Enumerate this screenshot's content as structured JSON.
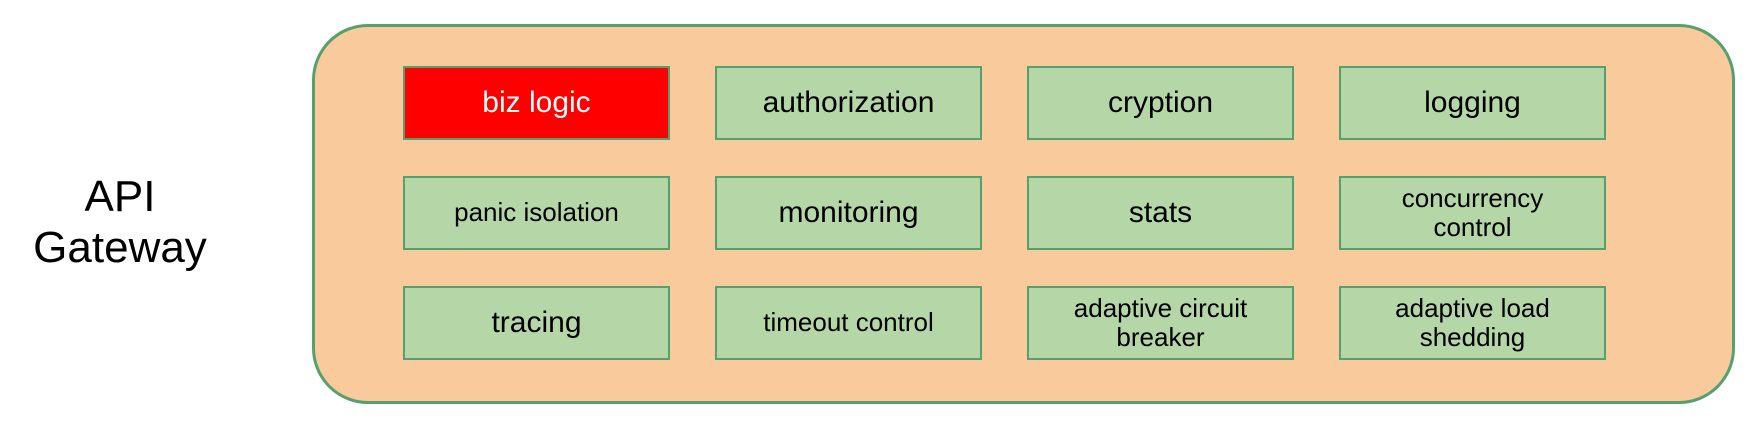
{
  "title": {
    "text": "API\nGateway"
  },
  "diagram": {
    "container_label": "API Gateway",
    "rows": [
      {
        "cells": [
          {
            "label": "biz logic",
            "highlight": true
          },
          {
            "label": "authorization"
          },
          {
            "label": "cryption"
          },
          {
            "label": "logging"
          }
        ]
      },
      {
        "cells": [
          {
            "label": "panic isolation"
          },
          {
            "label": "monitoring"
          },
          {
            "label": "stats"
          },
          {
            "label": "concurrency\ncontrol"
          }
        ]
      },
      {
        "cells": [
          {
            "label": "tracing"
          },
          {
            "label": "timeout control"
          },
          {
            "label": "adaptive circuit\nbreaker"
          },
          {
            "label": "adaptive load\nshedding"
          }
        ]
      }
    ]
  },
  "colors": {
    "container_fill": "#f9cb9c",
    "container_border": "#55a06d",
    "box_fill": "#b5d7a8",
    "box_border": "#55a06d",
    "highlight_fill": "#ff0000",
    "highlight_text": "#ffffff",
    "label_text": "#000000"
  }
}
